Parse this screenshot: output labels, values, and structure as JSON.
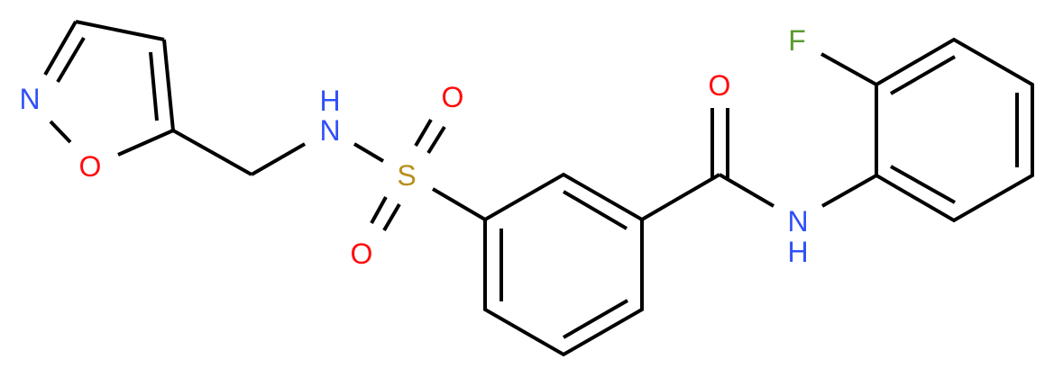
{
  "colors": {
    "bond": "#000000",
    "nitrogen": "#3050F8",
    "oxygen": "#FF0D0D",
    "sulfur": "#B8901E",
    "fluorine": "#5A9A30"
  },
  "atoms": {
    "isoxazole_n": "N",
    "isoxazole_o": "O",
    "sulfonamide_n": "N",
    "sulfonamide_h": "H",
    "sulfur": "S",
    "sulfonyl_o_top": "O",
    "sulfonyl_o_bottom": "O",
    "carbonyl_o": "O",
    "amide_n": "N",
    "amide_h": "H",
    "fluorine": "F"
  }
}
